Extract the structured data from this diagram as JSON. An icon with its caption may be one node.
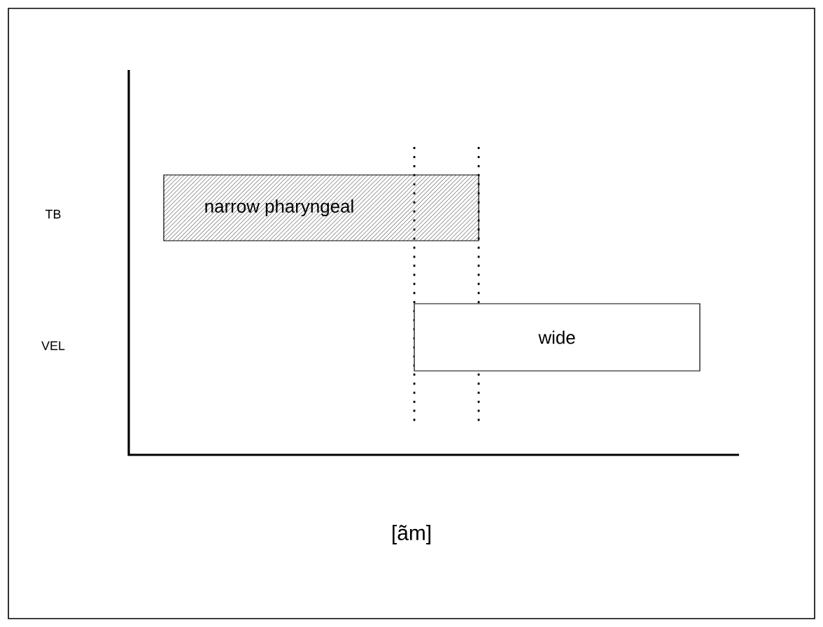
{
  "diagram": {
    "nodes": [
      {
        "text": [
          "narrow pharyngeal"
        ]
      },
      {
        "text": [
          "wide"
        ]
      }
    ],
    "labels": [
      "TB",
      "VEL"
    ],
    "caption": "[ãm]"
  }
}
